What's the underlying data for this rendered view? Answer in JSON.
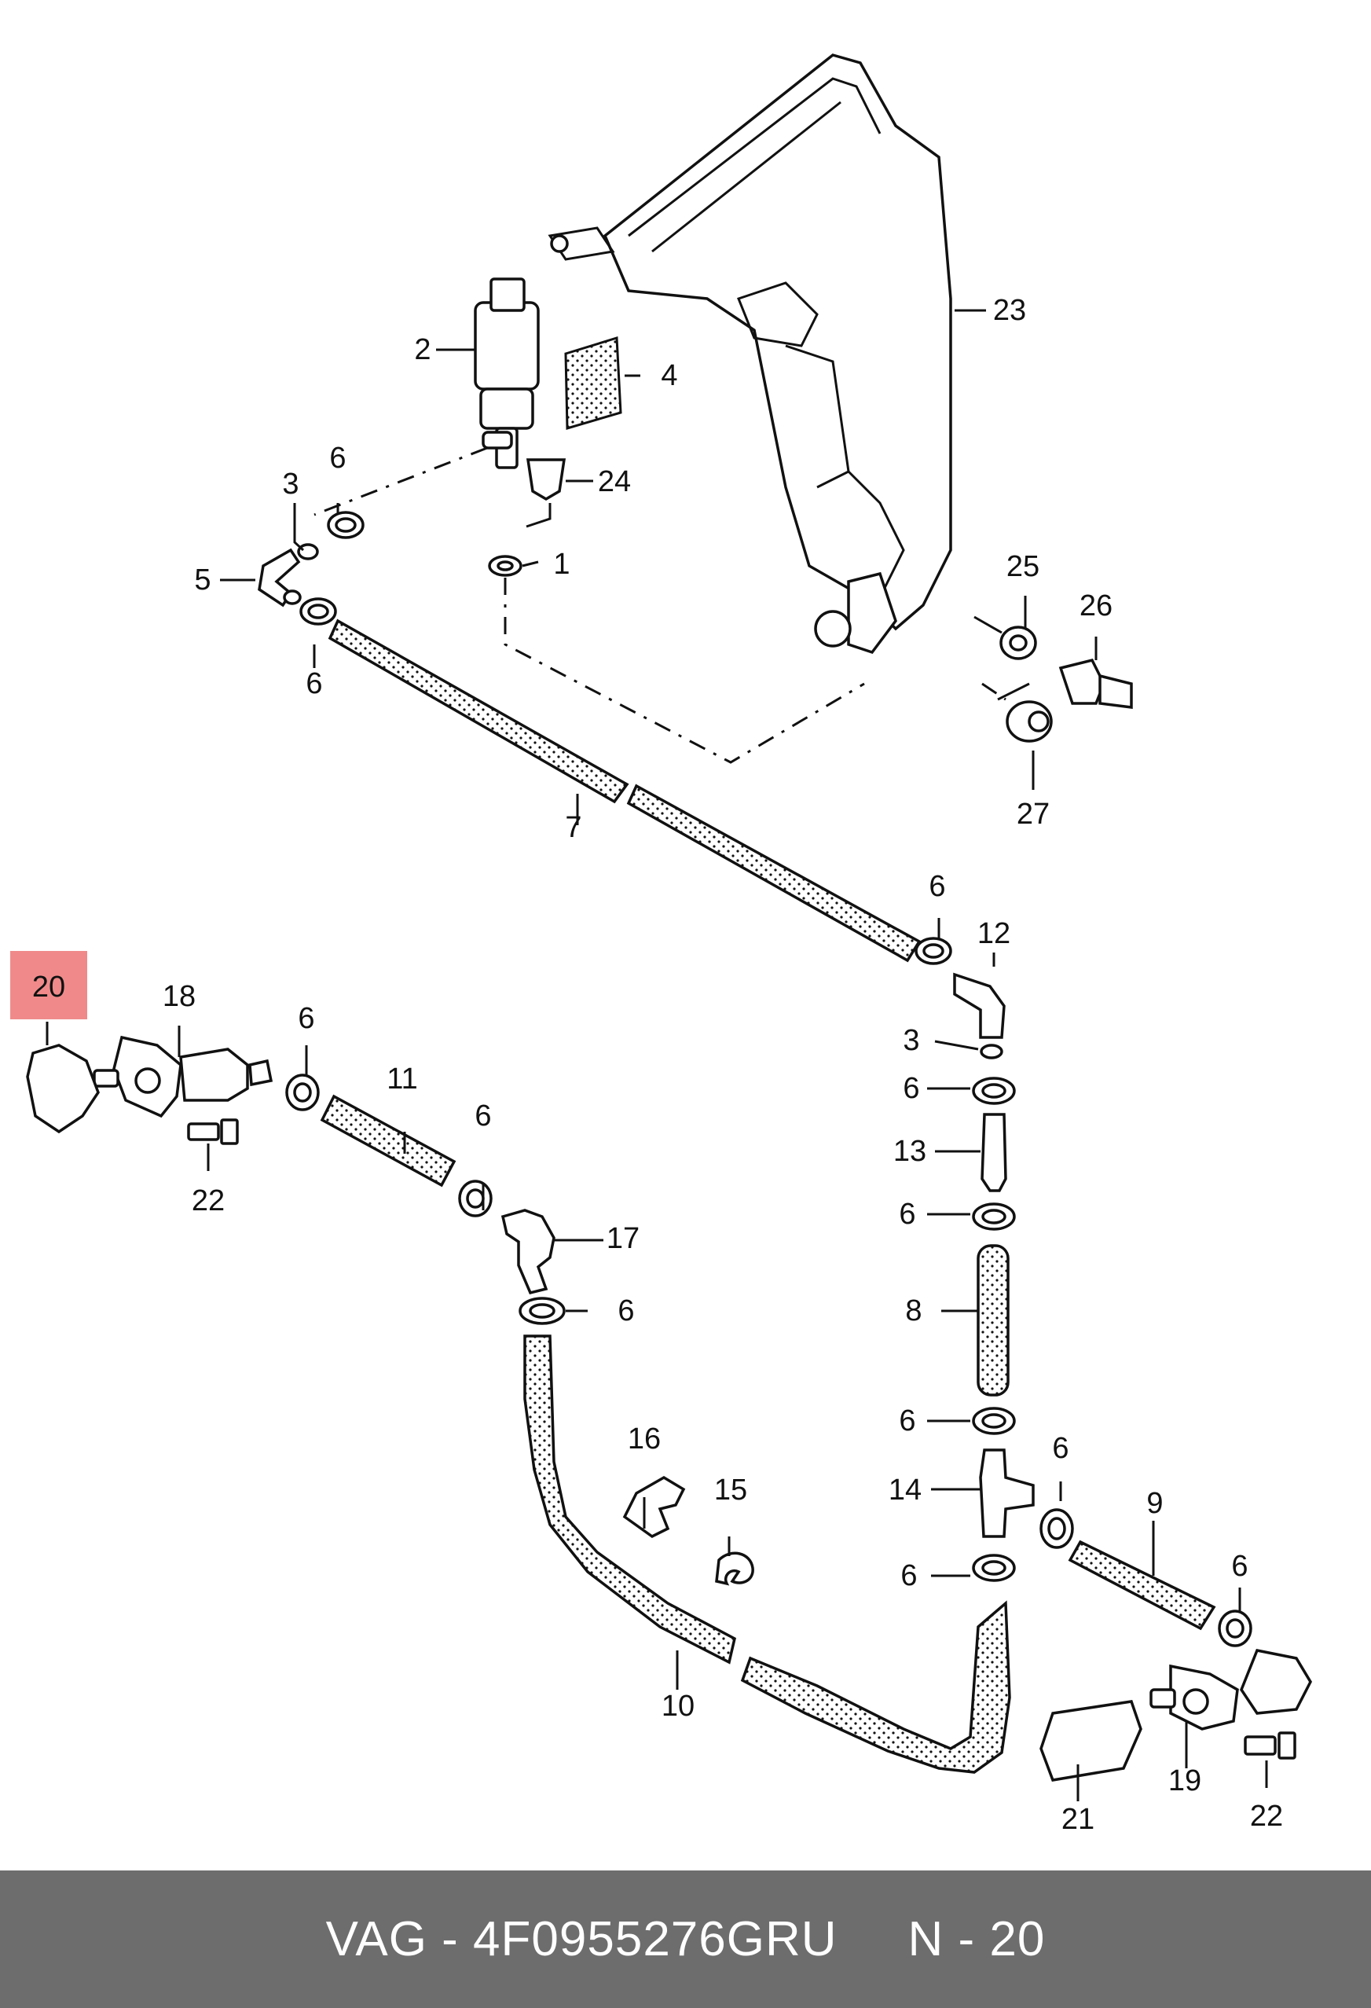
{
  "callouts": {
    "c1": "1",
    "c2": "2",
    "c3a": "3",
    "c3b": "3",
    "c4": "4",
    "c5": "5",
    "c6a": "6",
    "c6b": "6",
    "c6c": "6",
    "c6d": "6",
    "c6e": "6",
    "c6f": "6",
    "c6g": "6",
    "c6h": "6",
    "c6i": "6",
    "c6j": "6",
    "c6k": "6",
    "c6l": "6",
    "c7": "7",
    "c8": "8",
    "c9": "9",
    "c10": "10",
    "c11": "11",
    "c12": "12",
    "c13": "13",
    "c14": "14",
    "c15": "15",
    "c16": "16",
    "c17": "17",
    "c18": "18",
    "c19": "19",
    "c20": "20",
    "c21": "21",
    "c22a": "22",
    "c22b": "22",
    "c23": "23",
    "c24": "24",
    "c25": "25",
    "c26": "26",
    "c27": "27"
  },
  "highlight_color": "#f08a8a",
  "footer": {
    "brand_part": "VAG - 4F0955276GRU",
    "position": "N - 20"
  },
  "footer_color": "#6d6d6d"
}
